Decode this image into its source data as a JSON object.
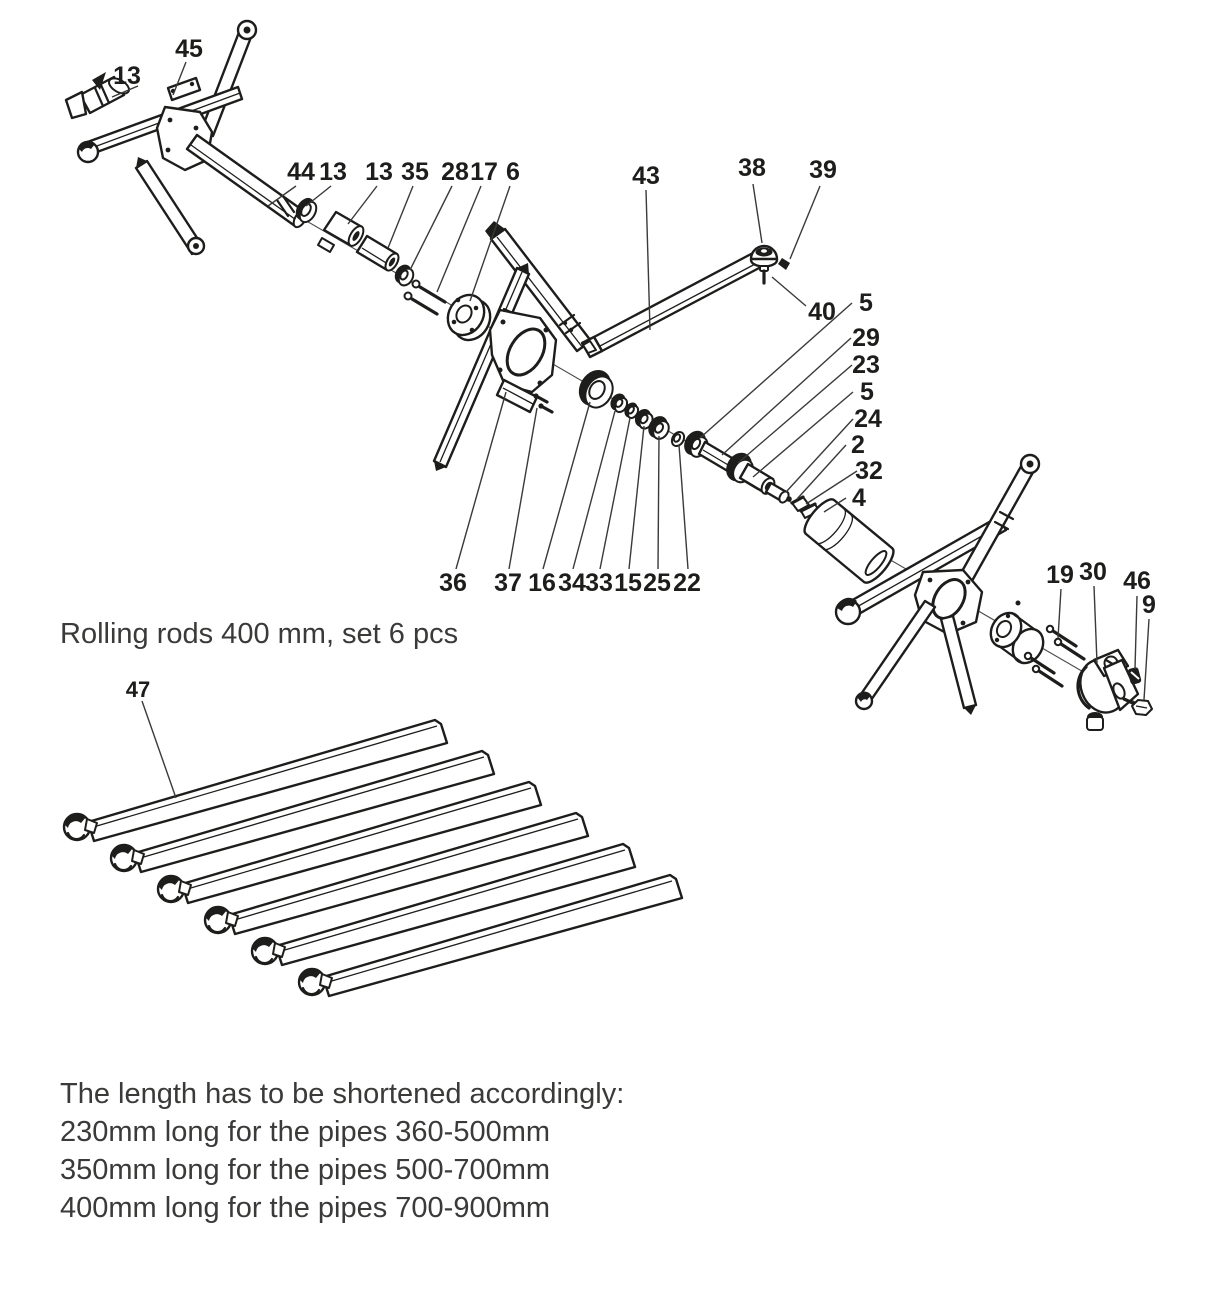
{
  "colors": {
    "ink": "#1d1d1b",
    "caption_text": "#3a3a39",
    "background": "#ffffff"
  },
  "captions": {
    "rods_set": "Rolling rods 400 mm, set 6 pcs",
    "note_title": "The length has to be shortened accordingly:",
    "notes": [
      "230mm long for the pipes 360-500mm",
      "350mm long for the pipes 500-700mm",
      "400mm long for the pipes 700-900mm"
    ]
  },
  "labels": [
    "45",
    "13",
    "44",
    "13",
    "13",
    "35",
    "28",
    "17",
    "6",
    "43",
    "38",
    "39",
    "40",
    "5",
    "29",
    "23",
    "5",
    "24",
    "2",
    "32",
    "4",
    "36",
    "37",
    "16",
    "34",
    "33",
    "15",
    "25",
    "22",
    "19",
    "30",
    "46",
    "9",
    "47"
  ]
}
